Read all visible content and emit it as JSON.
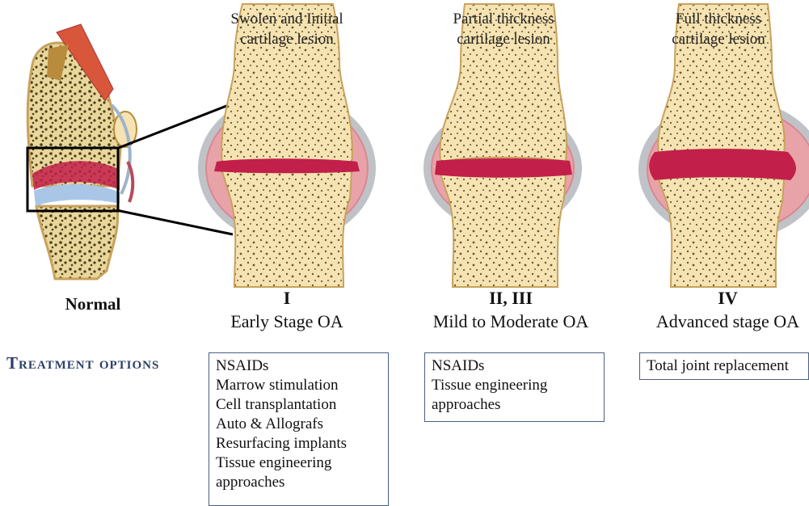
{
  "stages": [
    {
      "title_line1": "Swolen and Initial",
      "title_line2": "cartilage lesion",
      "roman": "I",
      "name": "Early Stage OA"
    },
    {
      "title_line1": "Partial thickness",
      "title_line2": "cartilage lesion",
      "roman": "II, III",
      "name": "Mild to Moderate OA"
    },
    {
      "title_line1": "Full thickness",
      "title_line2": "cartilage lesion",
      "roman": "IV",
      "name": "Advanced stage OA"
    }
  ],
  "normal_label": "Normal",
  "treatment_heading": "Treatment options",
  "treatments": [
    [
      "NSAIDs",
      "Marrow stimulation",
      "Cell transplantation",
      "Auto & Allografs",
      "Resurfacing implants",
      "Tissue engineering",
      "approaches"
    ],
    [
      "NSAIDs",
      "Tissue engineering",
      "approaches"
    ],
    [
      "Total joint replacement"
    ]
  ],
  "colors": {
    "bone": "#f5e3b3",
    "bone_pore": "#6b5a2e",
    "cartilage": "#c21f4a",
    "synovium": "#e8a3a8",
    "capsule": "#bfc3c8",
    "heading": "#2c3f66",
    "box_border": "#4a5e86"
  }
}
